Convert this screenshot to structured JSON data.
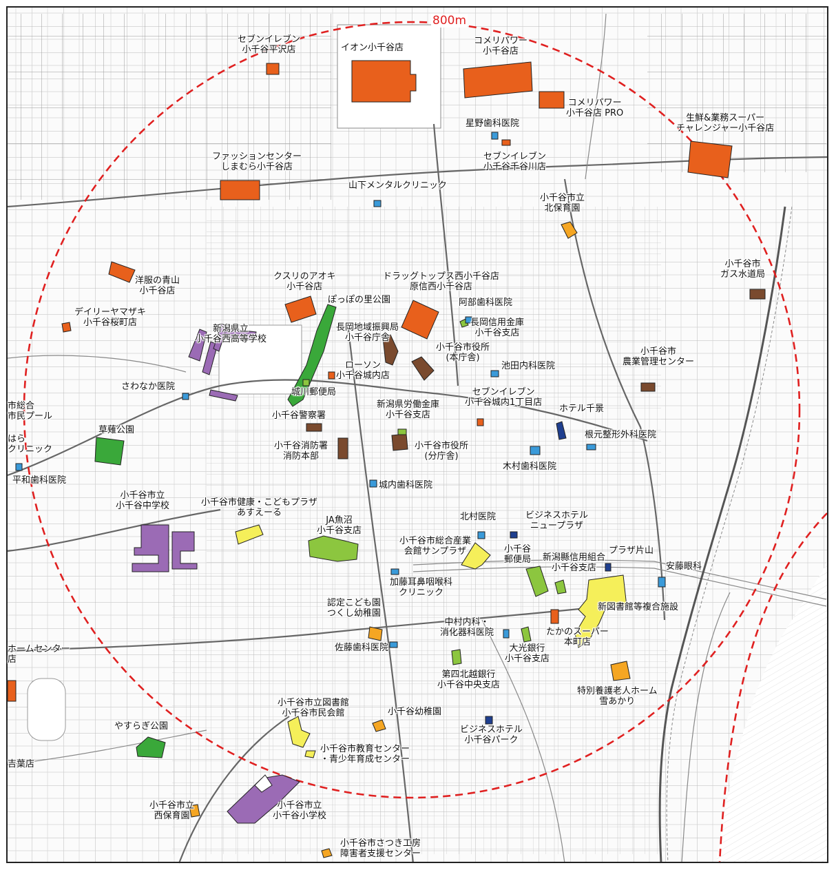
{
  "radius_label": "800m",
  "colors": {
    "commerce": "#e8601c",
    "public": "#7a4a2e",
    "school": "#9b6bb5",
    "park": "#3aa83a",
    "bank": "#8cc63f",
    "culture": "#f5ef5a",
    "welfare": "#f5a623",
    "medical": "#3a9ad9",
    "hotel": "#1f3f8f",
    "circle": "#e02020"
  },
  "labels": {
    "l1": [
      "セブンイレブン",
      "小千谷平沢店"
    ],
    "l2": [
      "イオン小千谷店"
    ],
    "l3": [
      "コメリパワー",
      "小千谷店"
    ],
    "l4": [
      "コメリパワー",
      "小千谷店 PRO"
    ],
    "l5": [
      "星野歯科医院"
    ],
    "l6": [
      "セブンイレブン",
      "小千谷千谷川店"
    ],
    "l7": [
      "生鮮&業務スーパー",
      "チャレンジャー小千谷店"
    ],
    "l8": [
      "ファッションセンター",
      "しまむら小千谷店"
    ],
    "l9": [
      "山下メンタルクリニック"
    ],
    "l10": [
      "小千谷市立",
      "北保育園"
    ],
    "l11": [
      "小千谷市",
      "ガス水道局"
    ],
    "l12": [
      "洋服の青山",
      "小千谷店"
    ],
    "l13": [
      "クスリのアオキ",
      "小千谷店"
    ],
    "l14": [
      "ドラッグトップス西小千谷店",
      "原信西小千谷店"
    ],
    "l15": [
      "阿部歯科医院"
    ],
    "l16": [
      "ぽっぽの里公園"
    ],
    "l17": [
      "長岡地域振興局",
      "小千谷庁舎"
    ],
    "l18": [
      "長岡信用金庫",
      "小千谷支店"
    ],
    "l19": [
      "デイリーヤマザキ",
      "小千谷桜町店"
    ],
    "l20": [
      "新潟県立",
      "小千谷西高等学校"
    ],
    "l21": [
      "小千谷市役所",
      "(本庁舎)"
    ],
    "l22": [
      "池田内科医院"
    ],
    "l23": [
      "小千谷市",
      "農業管理センター"
    ],
    "l24": [
      "ローソン",
      "小千谷城内店"
    ],
    "l25": [
      "城川郵便局"
    ],
    "l26": [
      "セブンイレブン",
      "小千谷城内1丁目店"
    ],
    "l27": [
      "さわなか医院"
    ],
    "l28": [
      "新潟県労働金庫",
      "小千谷支店"
    ],
    "l29": [
      "ホテル千景"
    ],
    "l30": [
      "市総合",
      "市民プール"
    ],
    "l31": [
      "小千谷警察署"
    ],
    "l32": [
      "根元整形外科医院"
    ],
    "l33": [
      "草薙公園"
    ],
    "l34": [
      "はら",
      "クリニック"
    ],
    "l35": [
      "小千谷消防署",
      "消防本部"
    ],
    "l36": [
      "小千谷市役所",
      "(分庁舎)"
    ],
    "l37": [
      "木村歯科医院"
    ],
    "l38": [
      "平和歯科医院"
    ],
    "l39": [
      "城内歯科医院"
    ],
    "l40": [
      "小千谷市立",
      "小千谷中学校"
    ],
    "l41": [
      "小千谷市健康・こどもプラザ",
      "あすえーる"
    ],
    "l42": [
      "JA魚沼",
      "小千谷支店"
    ],
    "l43": [
      "北村医院"
    ],
    "l44": [
      "ビジネスホテル",
      "ニュープラザ"
    ],
    "l45": [
      "小千谷市総合産業",
      "会館サンプラザ"
    ],
    "l46": [
      "小千谷",
      "郵便局"
    ],
    "l47": [
      "新潟縣信用組合",
      "小千谷支店"
    ],
    "l48": [
      "プラザ片山"
    ],
    "l49": [
      "安藤眼科"
    ],
    "l50": [
      "加藤耳鼻咽喉科",
      "クリニック"
    ],
    "l51": [
      "新図書館等複合施設"
    ],
    "l52": [
      "認定こども園",
      "つくし幼稚園"
    ],
    "l53": [
      "中村内科・",
      "消化器科医院"
    ],
    "l54": [
      "たかのスーパー",
      "本町店"
    ],
    "l55": [
      "ホームセンター",
      "店"
    ],
    "l56": [
      "佐藤歯科医院"
    ],
    "l57": [
      "大光銀行",
      "小千谷支店"
    ],
    "l58": [
      "第四北越銀行",
      "小千谷中央支店"
    ],
    "l59": [
      "特別養護老人ホーム",
      "雪あかり"
    ],
    "l60": [
      "小千谷市立図書館",
      "小千谷市民会館"
    ],
    "l61": [
      "小千谷幼稚園"
    ],
    "l62": [
      "やすらぎ公園"
    ],
    "l63": [
      "ビジネスホテル",
      "小千谷パーク"
    ],
    "l64": [
      "吉葉店"
    ],
    "l65": [
      "小千谷市教育センター",
      "・青少年育成センター"
    ],
    "l66": [
      "小千谷市立",
      "西保育園"
    ],
    "l67": [
      "小千谷市立",
      "小千谷小学校"
    ],
    "l68": [
      "小千谷市さつき工房",
      "障害者支援センター"
    ]
  }
}
